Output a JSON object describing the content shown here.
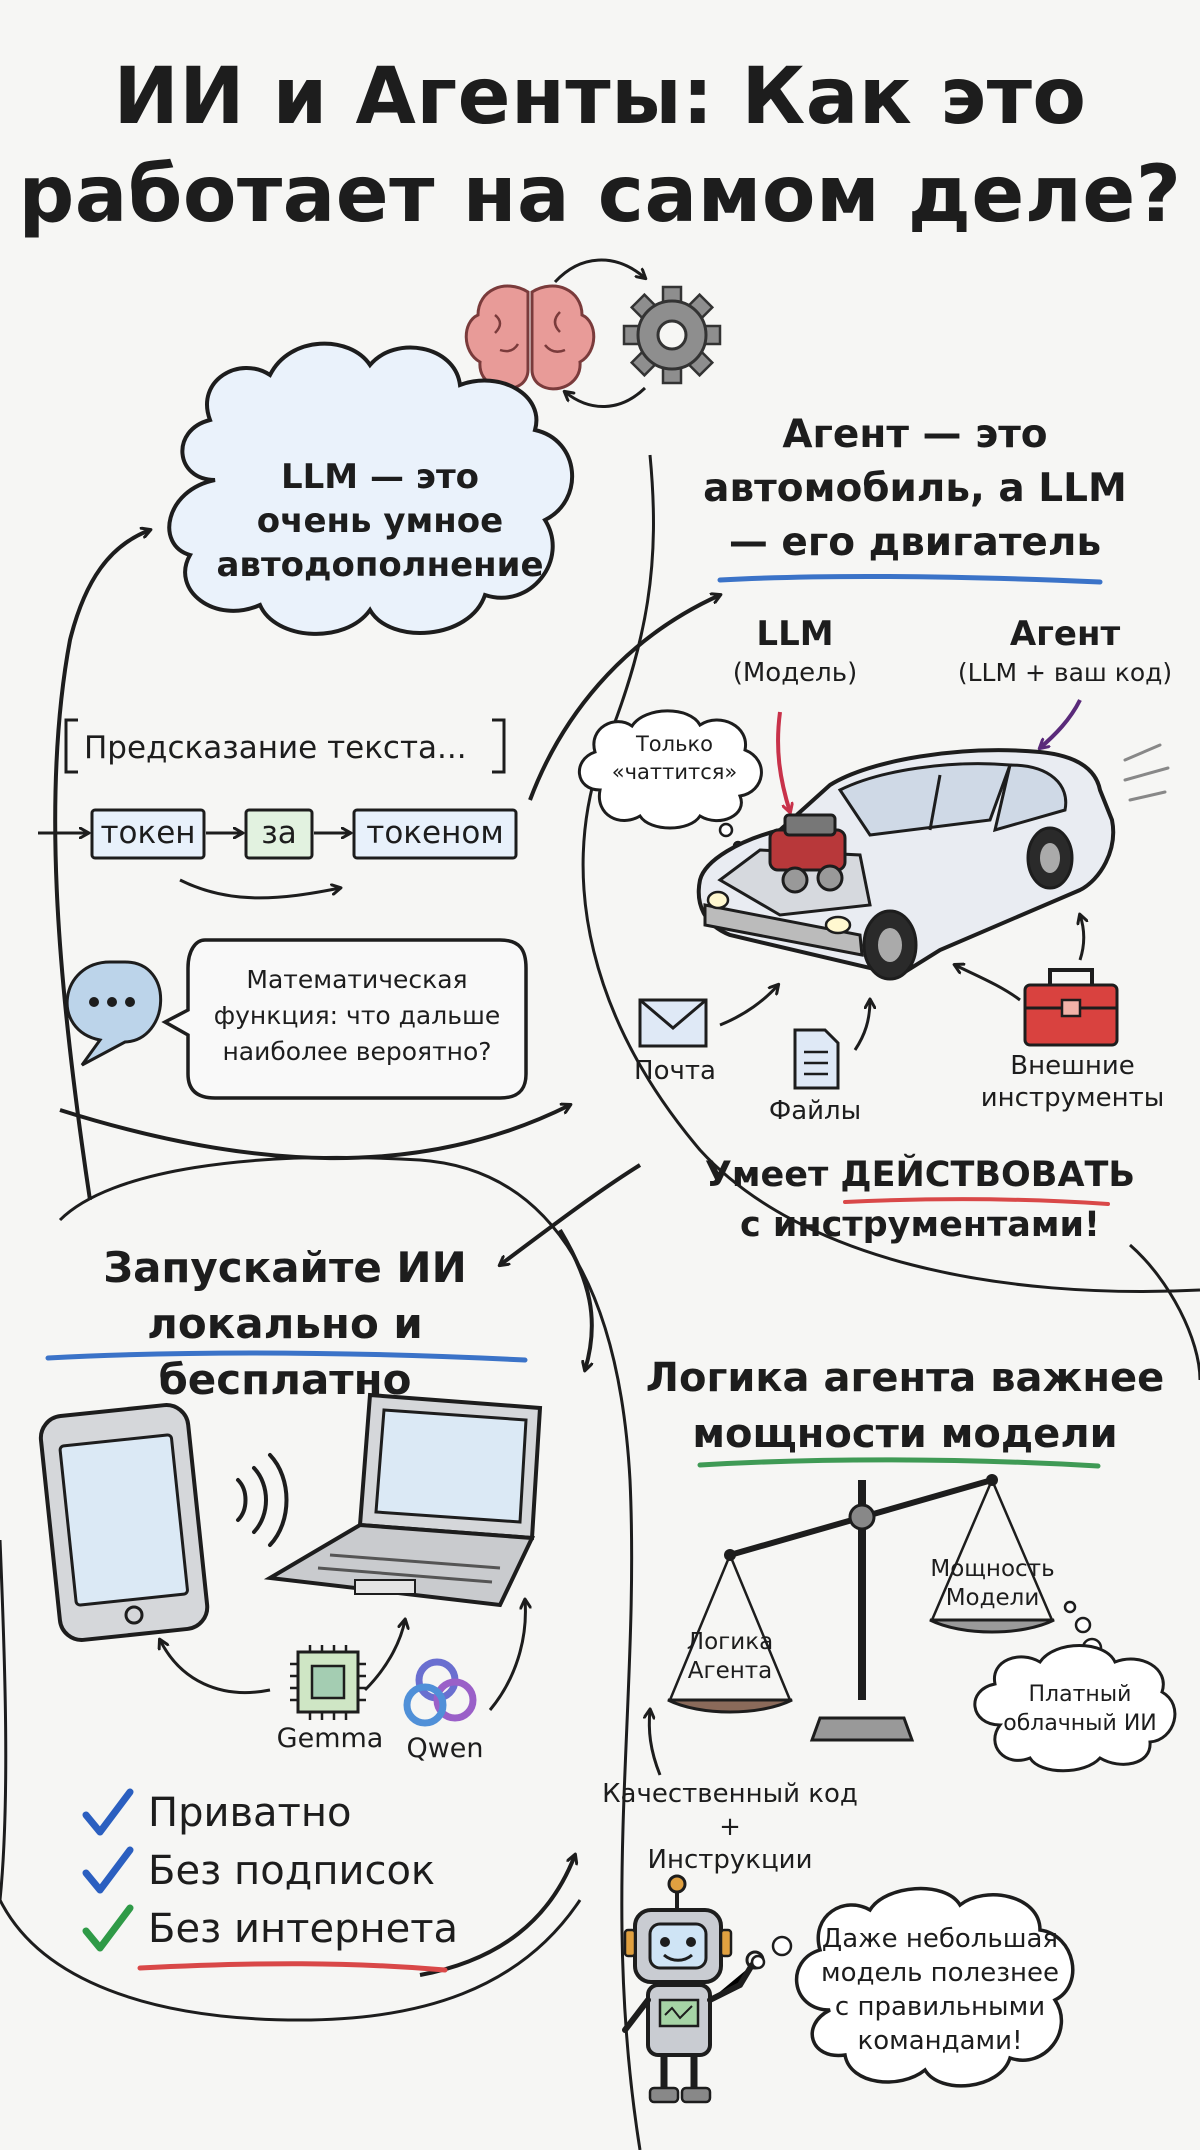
{
  "title": {
    "line1": "ИИ и Агенты: Как это",
    "line2": "работает на самом деле?"
  },
  "llm_section": {
    "cloud": [
      "LLM — это",
      "очень умное",
      "автодополнение"
    ],
    "bracket_label": "Предсказание текста...",
    "tokens": [
      "токен",
      "за",
      "токеном"
    ],
    "bubble": [
      "Математическая",
      "функция: что дальше",
      "наиболее вероятно?"
    ]
  },
  "agent_section": {
    "heading": [
      "Агент — это",
      "автомобиль, а LLM",
      "— его двигатель"
    ],
    "llm_label": [
      "LLM",
      "(Модель)"
    ],
    "agent_label": [
      "Агент",
      "(LLM + ваш код)"
    ],
    "chat_bubble": [
      "Только",
      "«чаттится»"
    ],
    "inputs": {
      "mail": "Почта",
      "files": "Файлы",
      "tools": [
        "Внешние",
        "инструменты"
      ]
    },
    "footer": {
      "pre": "Умеет ",
      "highlight": "ДЕЙСТВОВАТЬ",
      "line2": "с инструментами!"
    }
  },
  "local_section": {
    "heading": [
      "Запускайте ИИ",
      "локально и бесплатно"
    ],
    "models": [
      "Gemma",
      "Qwen"
    ],
    "benefits": [
      "Приватно",
      "Без подписок",
      "Без интернета"
    ]
  },
  "logic_section": {
    "heading": [
      "Логика агента важнее",
      "мощности модели"
    ],
    "left_pan": [
      "Логика",
      "Агента"
    ],
    "right_pan": [
      "Мощность",
      "Модели"
    ],
    "cloud_bubble": [
      "Платный",
      "облачный ИИ"
    ],
    "code_label": [
      "Качественный код",
      "+",
      "Инструкции"
    ],
    "robot_bubble": [
      "Даже небольшая",
      "модель полезнее",
      "с правильными",
      "командами!"
    ]
  },
  "colors": {
    "ink": "#1d1d1d",
    "blue_underline": "#3b73c8",
    "red_underline": "#d94848",
    "green_underline": "#3f9a55",
    "brain": "#e89b98",
    "gear": "#8e8e8e",
    "toolbox": "#d9423f",
    "check_blue": "#2b5fc0",
    "check_green": "#2f9a47"
  }
}
